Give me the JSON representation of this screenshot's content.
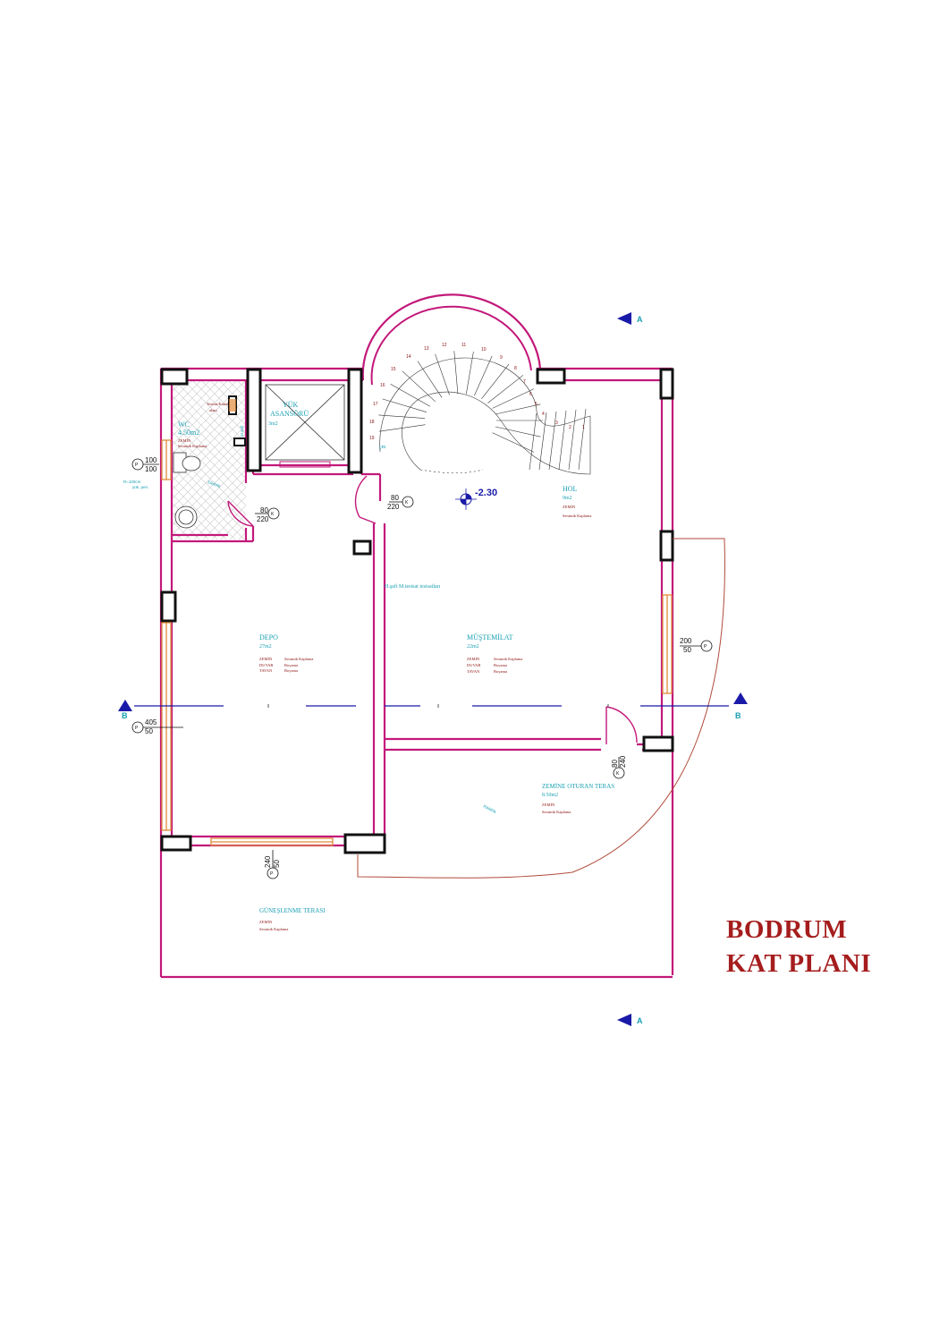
{
  "title": {
    "line1": "BODRUM",
    "line2": "KAT PLANI"
  },
  "level": "-2.30",
  "section_marks": {
    "a_top": "A",
    "a_bottom": "A",
    "b_left": "B",
    "b_right": "B"
  },
  "rooms": {
    "wc": {
      "name": "WC",
      "area": "4.50m2",
      "zemin": "ZEMİN",
      "zemin_val": "Seramik Kaplama"
    },
    "elevator": {
      "name1": "YÜK",
      "name2": "ASANSÖRÜ",
      "area": "3m2"
    },
    "hol": {
      "name": "HOL",
      "area": "9m2",
      "zemin": "ZEMİN",
      "zemin_val": "Seramik Kaplama"
    },
    "depo": {
      "name": "DEPO",
      "area": "27m2",
      "zemin": "ZEMİN",
      "zemin_val": "Seramik Kaplama",
      "duvar": "DUVAR",
      "duvar_val": "Boyama",
      "tavan": "TAVAN",
      "tavan_val": "Boyama"
    },
    "mustemilat": {
      "name": "MÜŞTEMİLAT",
      "area": "22m2",
      "zemin": "ZEMİN",
      "zemin_val": "Seramik Kaplama",
      "duvar": "DUVAR",
      "duvar_val": "Boyama",
      "tavan": "TAVAN",
      "tavan_val": "Boyama"
    },
    "teras": {
      "name": "ZEMİNE OTURAN TERAS",
      "area": "8.50m2",
      "zemin": "ZEMİN",
      "zemin_val": "Seramik Kaplama"
    },
    "gunes": {
      "name": "GÜNEŞLENME TERASI",
      "zemin": "ZEMİN",
      "zemin_val": "Seramik Kaplama"
    }
  },
  "notes": {
    "tesisat": "H.şaft  M.tesisat tesisatları",
    "wc_note1": "Tesisat/Kanal",
    "wc_note2": "alanı",
    "shaft": "M.şaft",
    "cm": "çm",
    "wc_r": "R=100cm",
    "wc_r2": "yük. pen.",
    "elev_small": "Elektrik",
    "ramp": "RAMPA"
  },
  "openings": [
    {
      "type": "P",
      "w": "100",
      "h": "100"
    },
    {
      "type": "K",
      "w": "80",
      "h": "220"
    },
    {
      "type": "K",
      "w": "80",
      "h": "220"
    },
    {
      "type": "P",
      "w": "200",
      "h": "50"
    },
    {
      "type": "P",
      "w": "405",
      "h": "50"
    },
    {
      "type": "K",
      "w": "80",
      "h": "240"
    },
    {
      "type": "P",
      "w": "240",
      "h": "50"
    }
  ],
  "stair_steps": [
    "1",
    "2",
    "3",
    "4",
    "5",
    "6",
    "7",
    "8",
    "9",
    "10",
    "11",
    "12",
    "13",
    "14",
    "15",
    "16",
    "17",
    "18",
    "19"
  ],
  "colors": {
    "wall": "#c2187a",
    "column": "#111111",
    "title": "#a51d1d",
    "label": "#1aa0b4",
    "section_line": "#1a1aa8",
    "window": "#e08a3a"
  }
}
